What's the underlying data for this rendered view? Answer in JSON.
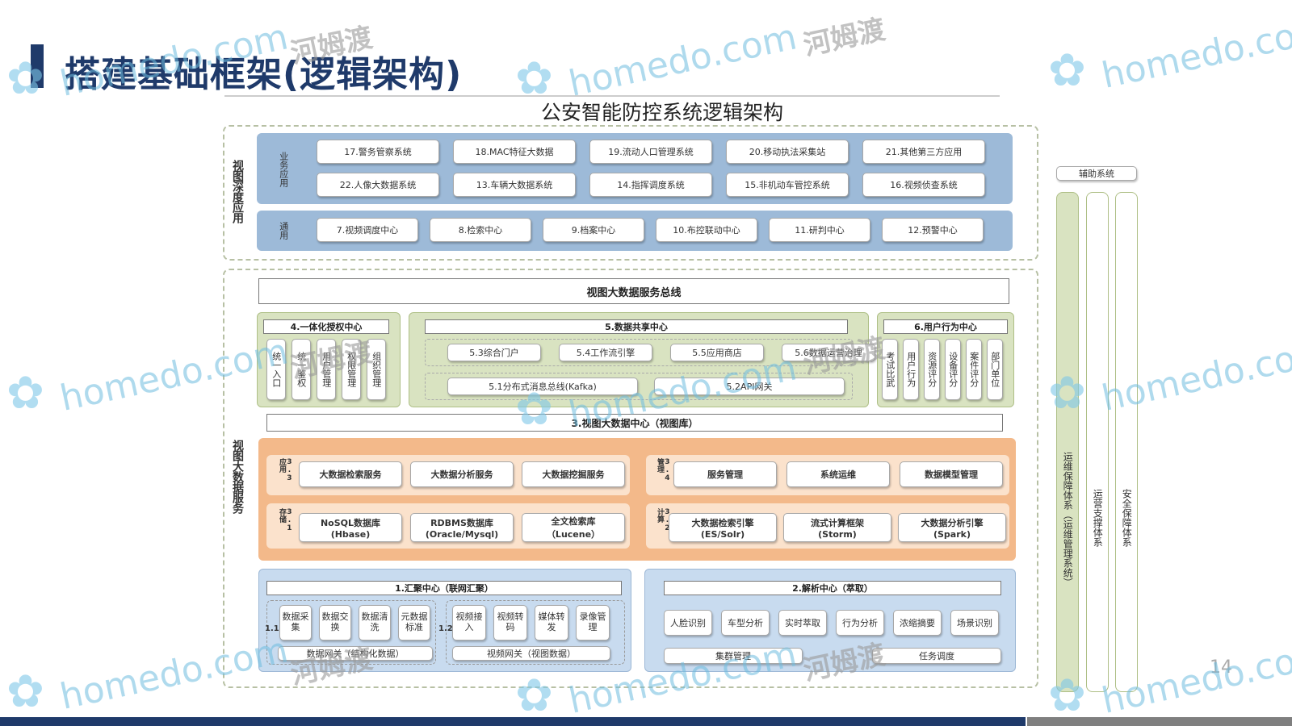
{
  "slide_title": "搭建基础框架(逻辑架构)",
  "diagram_title": "公安智能防控系统逻辑架构",
  "page_number": "14",
  "top_section": {
    "side_label": "视图深度应用",
    "business_label": "业务应用",
    "business_row1": [
      "17.警务管察系统",
      "18.MAC特征大数据",
      "19.流动人口管理系统",
      "20.移动执法采集站",
      "21.其他第三方应用"
    ],
    "business_row2": [
      "22.人像大数据系统",
      "13.车辆大数据系统",
      "14.指挥调度系统",
      "15.非机动车管控系统",
      "16.视频侦查系统"
    ],
    "general_label": "通用",
    "general_row": [
      "7.视频调度中心",
      "8.检索中心",
      "9.档案中心",
      "10.布控联动中心",
      "11.研判中心",
      "12.预警中心"
    ]
  },
  "bottom_section": {
    "side_label": "视图大数据服务",
    "bus": "视图大数据服务总线",
    "auth_center": {
      "title": "4.一体化授权中心",
      "items": [
        "统一入口",
        "统一鉴权",
        "用户管理",
        "权限管理",
        "组织管理"
      ]
    },
    "share_center": {
      "title": "5.数据共享中心",
      "row1": [
        "5.3综合门户",
        "5.4工作流引擎",
        "5.5应用商店",
        "5.6数据运营治理"
      ],
      "row2": [
        "5.1分布式消息总线(Kafka)",
        "5.2API网关"
      ]
    },
    "behavior_center": {
      "title": "6.用户行为中心",
      "items": [
        "考试比武",
        "用户行为",
        "资源评分",
        "设备评分",
        "案件评分",
        "部门单位"
      ]
    },
    "bigdata_center": "3.视图大数据中心（视图库）",
    "app": {
      "label": "3.3 应用",
      "items": [
        "大数据检索服务",
        "大数据分析服务",
        "大数据挖掘服务"
      ]
    },
    "manage": {
      "label": "3.4 管理",
      "items": [
        "服务管理",
        "系统运维",
        "数据模型管理"
      ]
    },
    "storage": {
      "label": "3.1 存储",
      "items": [
        [
          "NoSQL数据库",
          "(Hbase)"
        ],
        [
          "RDBMS数据库",
          "(Oracle/Mysql)"
        ],
        [
          "全文检索库",
          "（Lucene）"
        ]
      ]
    },
    "compute": {
      "label": "3.2 计算",
      "items": [
        [
          "大数据检索引擎",
          "(ES/Solr)"
        ],
        [
          "流式计算框架",
          "(Storm)"
        ],
        [
          "大数据分析引擎",
          "(Spark)"
        ]
      ]
    },
    "gather_center": {
      "title": "1.汇聚中心（联网汇聚）",
      "label_1_1": "1.1",
      "label_1_2": "1.2",
      "group1": [
        "数据采集",
        "数据交换",
        "数据清洗",
        "元数据标准"
      ],
      "group1_gateway": "数据网关（结构化数据）",
      "group2": [
        "视频接入",
        "视频转码",
        "媒体转发",
        "录像管理"
      ],
      "group2_gateway": "视频网关（视图数据）"
    },
    "parse_center": {
      "title": "2.解析中心（萃取）",
      "items": [
        "人脸识别",
        "车型分析",
        "实时萃取",
        "行为分析",
        "浓缩摘要",
        "场景识别"
      ],
      "cluster": "集群管理",
      "schedule": "任务调度"
    }
  },
  "aux": {
    "title": "辅助系统",
    "col1": "运维保障体系（运维管理系统）",
    "col2": "运营支撑体系",
    "col3": "安全保障体系"
  },
  "watermarks": {
    "latin": "homedo.com",
    "cn": "河姆渡"
  },
  "colors": {
    "title_blue": "#1f3a6a",
    "band_blue": "#9dbad8",
    "orange": "#f3b98a",
    "green": "#d9e3c1"
  }
}
